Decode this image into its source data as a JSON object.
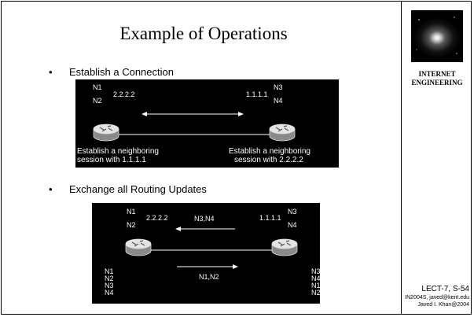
{
  "slide": {
    "title": "Example of Operations",
    "bullet_char": "•",
    "bullets": [
      "Establish a Connection",
      "Exchange all Routing Updates"
    ]
  },
  "diagram1": {
    "left_networks": [
      "N1",
      "N2"
    ],
    "left_address": "2.2.2.2",
    "right_networks": [
      "N3",
      "N4"
    ],
    "right_address": "1.1.1.1",
    "left_caption": [
      "Establish a neighboring",
      "session with 1.1.1.1"
    ],
    "right_caption": [
      "Establish a neighboring",
      "session with 2.2.2.2"
    ]
  },
  "diagram2": {
    "left_networks": [
      "N1",
      "N2"
    ],
    "left_address": "2.2.2.2",
    "right_networks": [
      "N3",
      "N4"
    ],
    "right_address": "1.1.1.1",
    "update_to_left": "N3,N4",
    "update_to_right": "N1,N2",
    "left_table": [
      "N1",
      "N2",
      "N3",
      "N4"
    ],
    "right_table": [
      "N3",
      "N4",
      "N1",
      "N2"
    ]
  },
  "sidebar": {
    "brand_line1": "INTERNET",
    "brand_line2": "ENGINEERING",
    "lecture": "LECT-7, S-54",
    "course": "IN2004S, javed@kent.edu",
    "author": "Javed I. Khan@2004"
  },
  "colors": {
    "background": "#ffffff",
    "panel": "#000000",
    "text": "#000000",
    "panel_text": "#ffffff"
  }
}
